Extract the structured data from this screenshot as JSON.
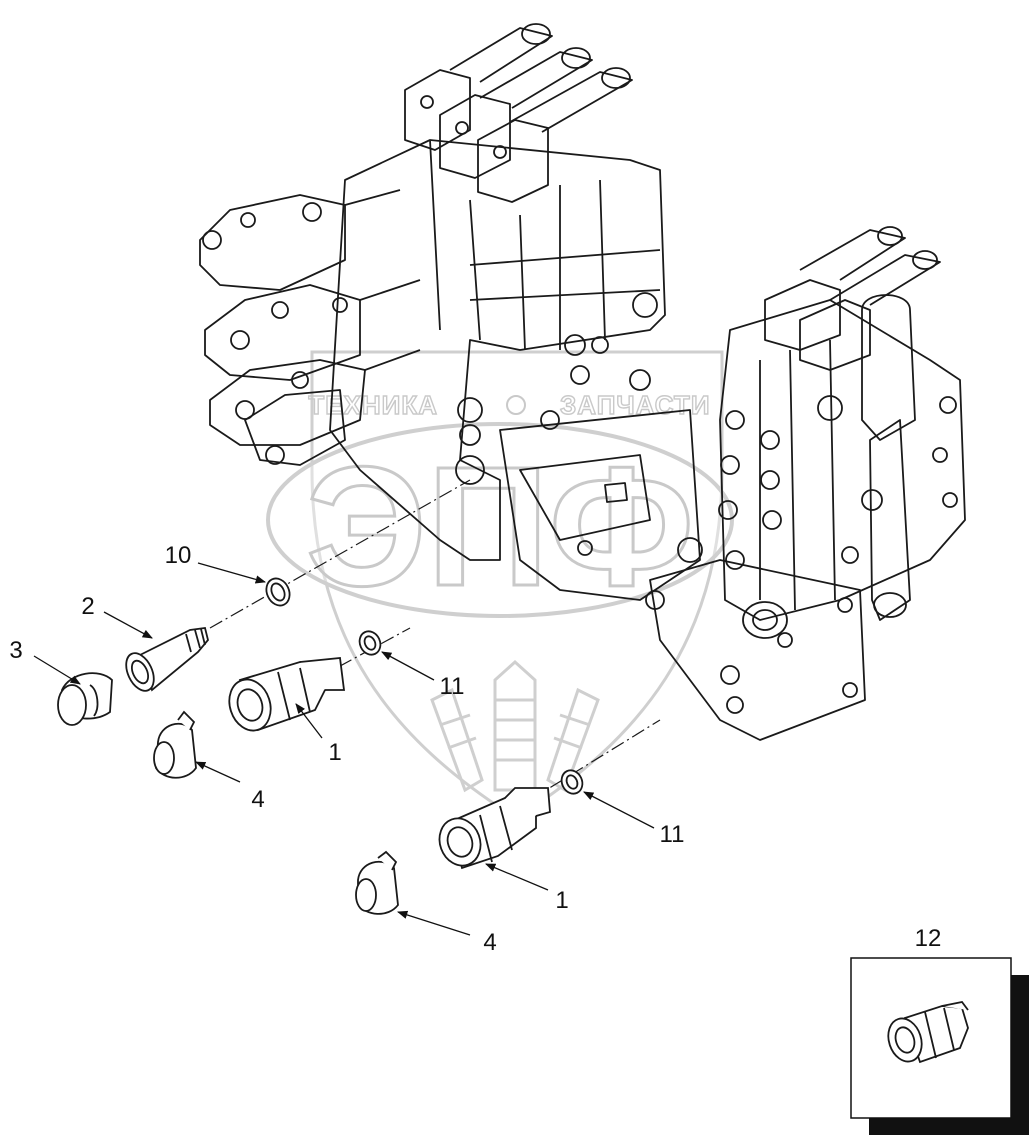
{
  "diagram": {
    "callouts": {
      "c10": "10",
      "c2": "2",
      "c3": "3",
      "c11a": "11",
      "c1a": "1",
      "c4a": "4",
      "c11b": "11",
      "c1b": "1",
      "c4b": "4",
      "c12": "12"
    }
  },
  "watermark": {
    "left_text": "ТЕХНИКА",
    "right_text": "ЗАПЧАСТИ",
    "logo_text": "ЭПФ"
  },
  "colors": {
    "line": "#1a1a1a",
    "watermark": "#c9c9c9"
  }
}
